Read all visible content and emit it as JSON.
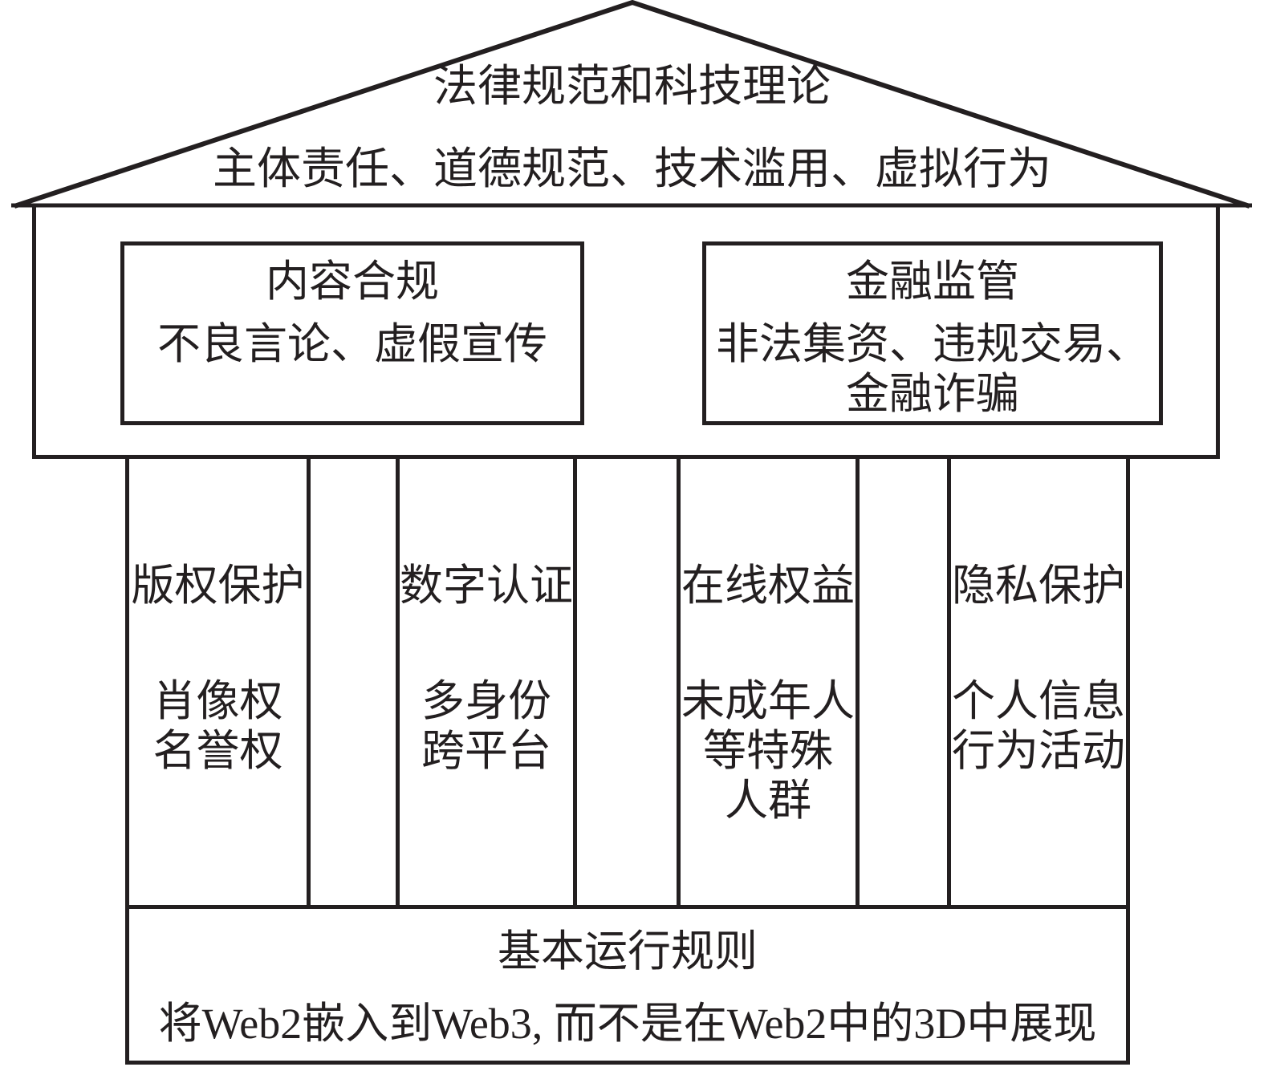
{
  "figure": {
    "roof": {
      "title": "法律规范和科技理论",
      "subtitle": "主体责任、道德规范、技术滥用、虚拟行为"
    },
    "content_box": {
      "title": "内容合规",
      "line1": "不良言论、虚假宣传"
    },
    "finance_box": {
      "title": "金融监管",
      "line1": "非法集资、违规交易、",
      "line2": "金融诈骗"
    },
    "columns": [
      {
        "title": "版权保护",
        "lines": [
          "肖像权",
          "名誉权"
        ]
      },
      {
        "title": "数字认证",
        "lines": [
          "多身份",
          "跨平台"
        ]
      },
      {
        "title": "在线权益",
        "lines": [
          "未成年人",
          "等特殊",
          "人群"
        ]
      },
      {
        "title": "隐私保护",
        "lines": [
          "个人信息",
          "行为活动"
        ]
      }
    ],
    "base": {
      "title": "基本运行规则",
      "subtitle": "将Web2嵌入到Web3, 而不是在Web2中的3D中展现"
    }
  },
  "colors": {
    "line": "#231f20",
    "background": "#ffffff"
  }
}
